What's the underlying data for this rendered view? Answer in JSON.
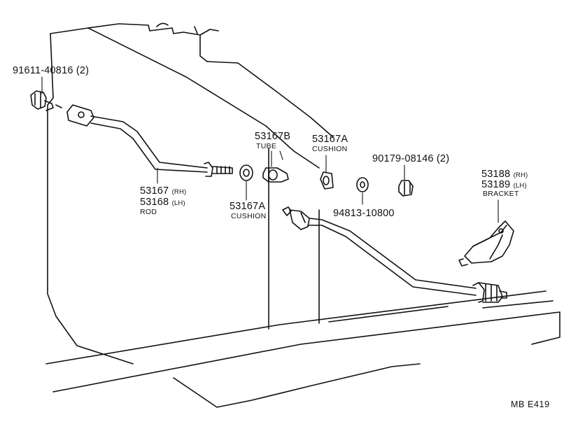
{
  "parts": {
    "bolt": {
      "number": "91611-40816 (2)"
    },
    "rod": {
      "number_rh": "53167",
      "side_rh": "(RH)",
      "number_lh": "53168",
      "side_lh": "(LH)",
      "name": "ROD"
    },
    "tube": {
      "number": "53167B",
      "name": "TUBE"
    },
    "cushion_a": {
      "number": "53167A",
      "name": "CUSHION"
    },
    "cushion_b": {
      "number": "53167A",
      "name": "CUSHION"
    },
    "nut": {
      "number": "90179-08146 (2)"
    },
    "washer": {
      "number": "94813-10800"
    },
    "bracket": {
      "number_rh": "53188",
      "side_rh": "(RH)",
      "number_lh": "53189",
      "side_lh": "(LH)",
      "name": "BRACKET"
    }
  },
  "footer": {
    "ref": "MB  E419"
  },
  "colors": {
    "ink": "#111111",
    "paper": "#ffffff"
  }
}
